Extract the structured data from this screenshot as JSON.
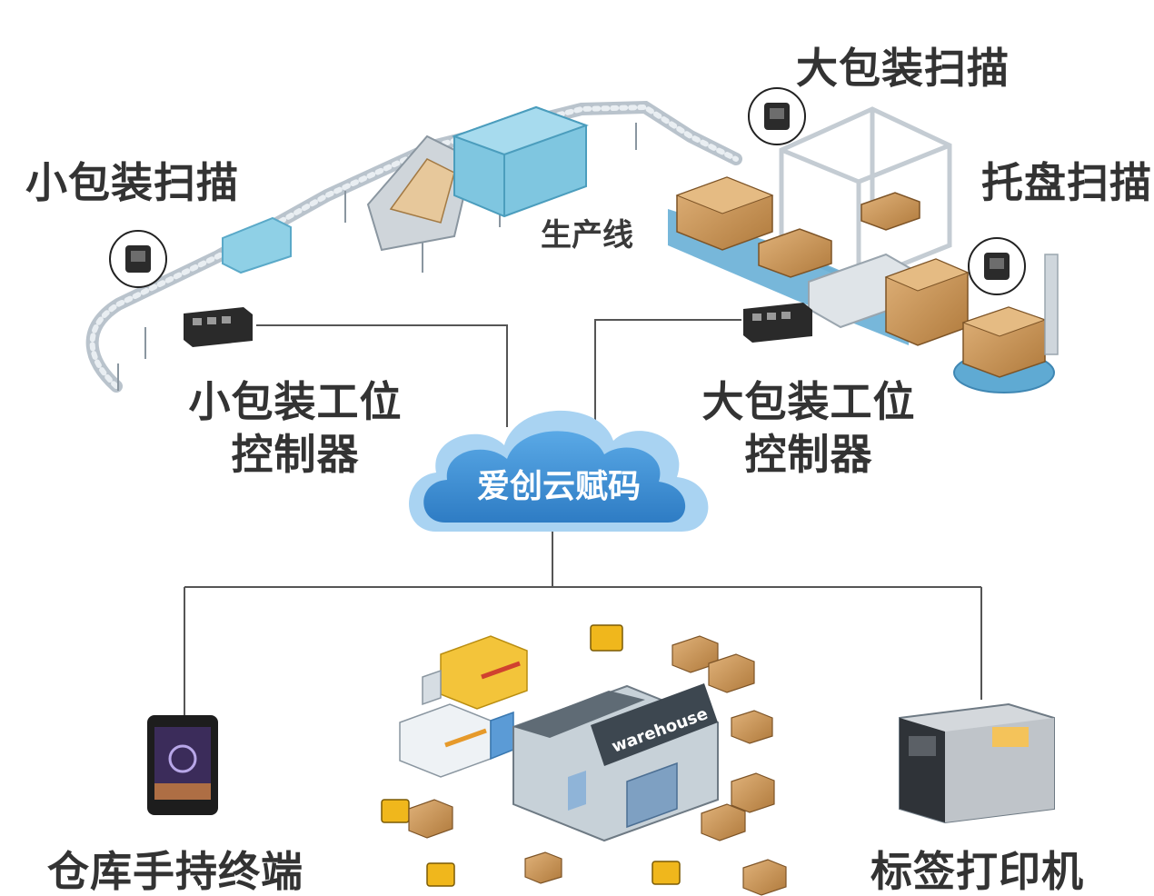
{
  "production_line": {
    "label": "生产线",
    "small_pack_scan": "小包装扫描",
    "large_pack_scan": "大包装扫描",
    "pallet_scan": "托盘扫描"
  },
  "controllers": {
    "small": {
      "line1": "小包装工位",
      "line2": "控制器"
    },
    "large": {
      "line1": "大包装工位",
      "line2": "控制器"
    }
  },
  "cloud": {
    "label": "爱创云赋码"
  },
  "devices": {
    "handheld": "仓库手持终端",
    "printer": "标签打印机",
    "warehouse_sign": "warehouse"
  },
  "colors": {
    "cloud_fill": "#3d8fd6",
    "cloud_edge": "#a9d3f2",
    "machine_blue": "#7fc6e0",
    "box_brown": "#c8934f",
    "connector": "#555555"
  }
}
